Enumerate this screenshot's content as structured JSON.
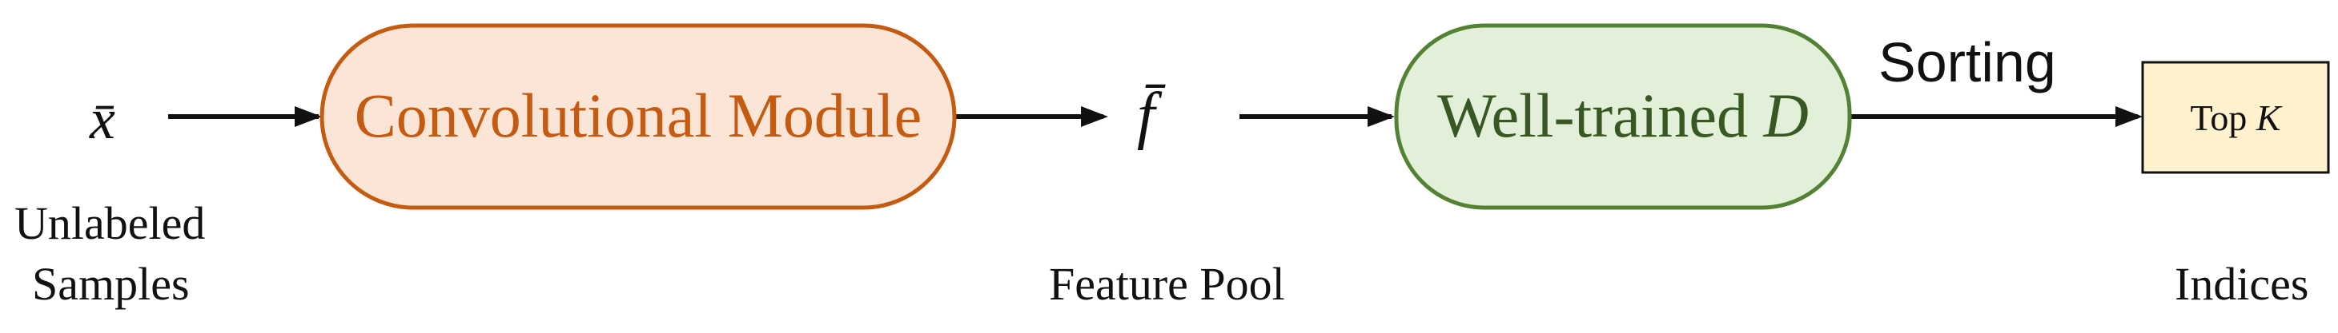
{
  "input": {
    "symbol": "x̄",
    "caption_line1": "Unlabeled",
    "caption_line2": "Samples"
  },
  "conv_module": {
    "label": "Convolutional Module",
    "text_color": "#C55A11",
    "fill": "#FBE5D6",
    "stroke": "#C55A11"
  },
  "feature": {
    "symbol": "f̄",
    "caption": "Feature Pool"
  },
  "discriminator": {
    "label_text": "Well-trained ",
    "label_var": "D",
    "text_color": "#385723",
    "fill": "#E2F0D9",
    "stroke": "#548235"
  },
  "sorting": {
    "label": "Sorting"
  },
  "output": {
    "label_text": "Top ",
    "label_var": "K",
    "caption": "Indices",
    "fill": "#FFF2CC",
    "stroke": "#111111"
  }
}
